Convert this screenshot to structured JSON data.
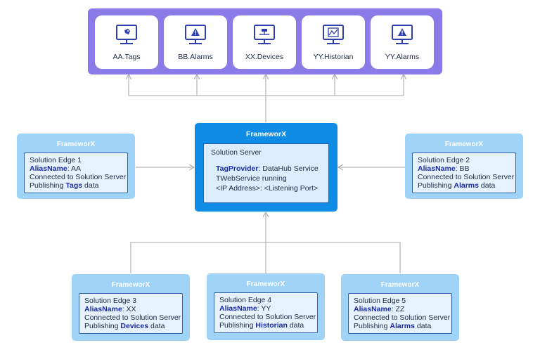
{
  "destinations": [
    {
      "label": "AA.Tags",
      "icon": "tag-monitor-icon"
    },
    {
      "label": "BB.Alarms",
      "icon": "alarm-monitor-icon"
    },
    {
      "label": "XX.Devices",
      "icon": "devices-monitor-icon"
    },
    {
      "label": "YY.Historian",
      "icon": "historian-monitor-icon"
    },
    {
      "label": "YY.Alarms",
      "icon": "alarm-monitor-icon"
    }
  ],
  "server": {
    "title": "FrameworX",
    "name": "Solution Server",
    "provider_key": "TagProvider",
    "provider_value": ": DataHub Service",
    "service": "TWebService running",
    "address": "<IP Address>: <Listening Port>"
  },
  "edges": [
    {
      "title": "FrameworX",
      "name": "Solution Edge 1",
      "alias_key": "AliasName",
      "alias_value": ": AA",
      "connected": "Connected to Solution Server",
      "publishing_prefix": "Publishing ",
      "publishing_bold": "Tags",
      "publishing_suffix": " data"
    },
    {
      "title": "FrameworX",
      "name": "Solution Edge 2",
      "alias_key": "AliasName",
      "alias_value": ": BB",
      "connected": "Connected to Solution Server",
      "publishing_prefix": "Publishing ",
      "publishing_bold": "Alarms",
      "publishing_suffix": " data"
    },
    {
      "title": "FrameworX",
      "name": "Solution Edge 3",
      "alias_key": "AliasName",
      "alias_value": ": XX",
      "connected": "Connected to Solution Server",
      "publishing_prefix": "Publishing ",
      "publishing_bold": "Devices",
      "publishing_suffix": " data"
    },
    {
      "title": "FrameworX",
      "name": "Solution Edge 4",
      "alias_key": "AliasName",
      "alias_value": ": YY",
      "connected": "Connected to Solution Server",
      "publishing_prefix": "Publishing ",
      "publishing_bold": "Historian",
      "publishing_suffix": " data"
    },
    {
      "title": "FrameworX",
      "name": "Solution Edge 5",
      "alias_key": "AliasName",
      "alias_value": ": ZZ",
      "connected": "Connected to Solution Server",
      "publishing_prefix": "Publishing ",
      "publishing_bold": "Alarms",
      "publishing_suffix": " data"
    }
  ],
  "colors": {
    "top_panel": "#8b7be8",
    "icon_accent": "#2f3fb0",
    "server_box": "#0f8de6",
    "edge_box": "#9fd3f7",
    "connector": "#b8b8b8"
  }
}
